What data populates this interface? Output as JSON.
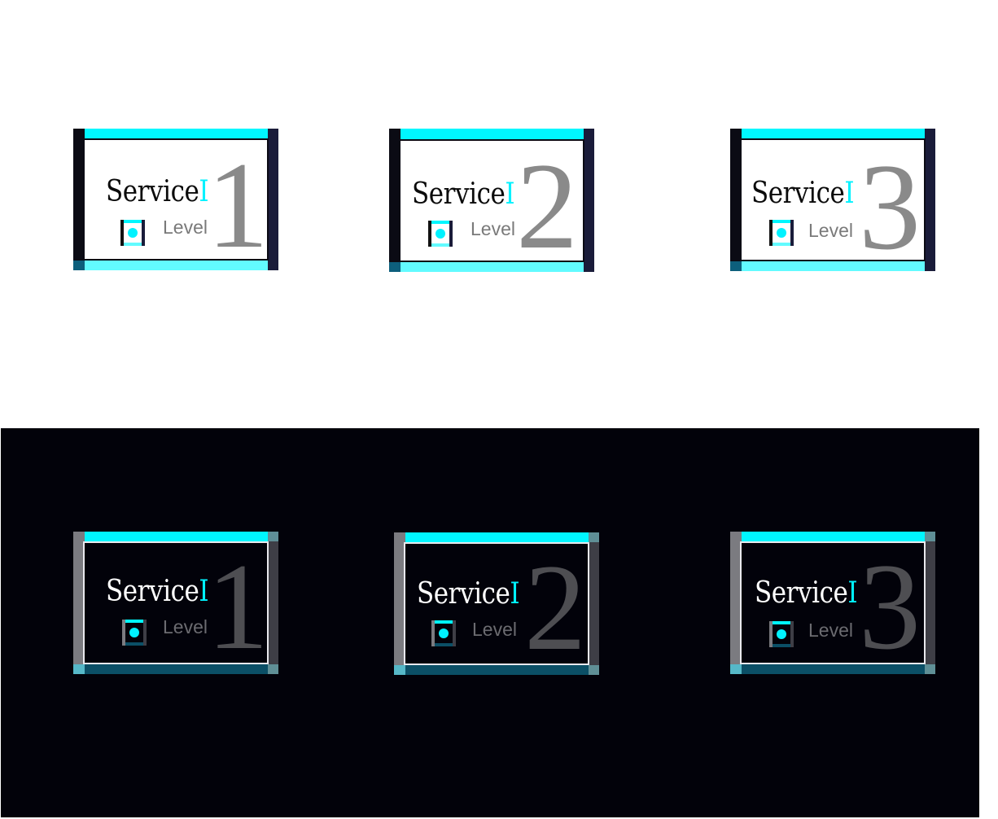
{
  "brand": {
    "word": "Service",
    "accent_letter": "I",
    "sub": "Level",
    "accent_color": "#00f2ff"
  },
  "light_variants": [
    {
      "number": "1"
    },
    {
      "number": "2"
    },
    {
      "number": "3"
    }
  ],
  "dark_variants": [
    {
      "number": "1"
    },
    {
      "number": "2"
    },
    {
      "number": "3"
    }
  ],
  "icons": {
    "logo_mark": "square-dot-icon"
  }
}
